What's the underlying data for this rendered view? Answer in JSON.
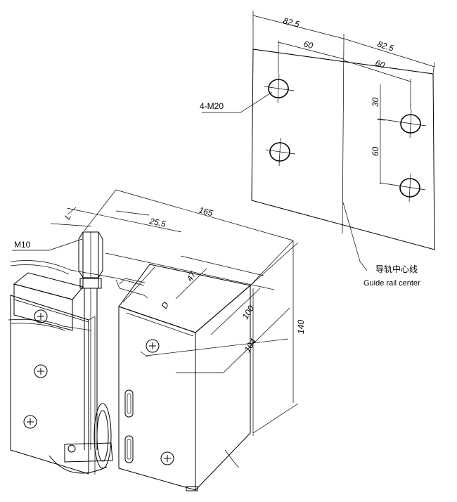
{
  "plate": {
    "dims": {
      "top_left": "82.5",
      "top_right": "82.5",
      "inner_left": "60",
      "inner_right": "60",
      "vertical_top": "30",
      "vertical_bottom": "60"
    },
    "hole_label": "4-M20",
    "centerline_cn": "导轨中心线",
    "centerline_en": "Guide rail center"
  },
  "device": {
    "dims": {
      "length": "165",
      "offset": "25.5",
      "l": "L",
      "d": "D",
      "gap": "47",
      "width1": "100",
      "width2": "104",
      "height": "140"
    },
    "bolt_label": "M10"
  }
}
